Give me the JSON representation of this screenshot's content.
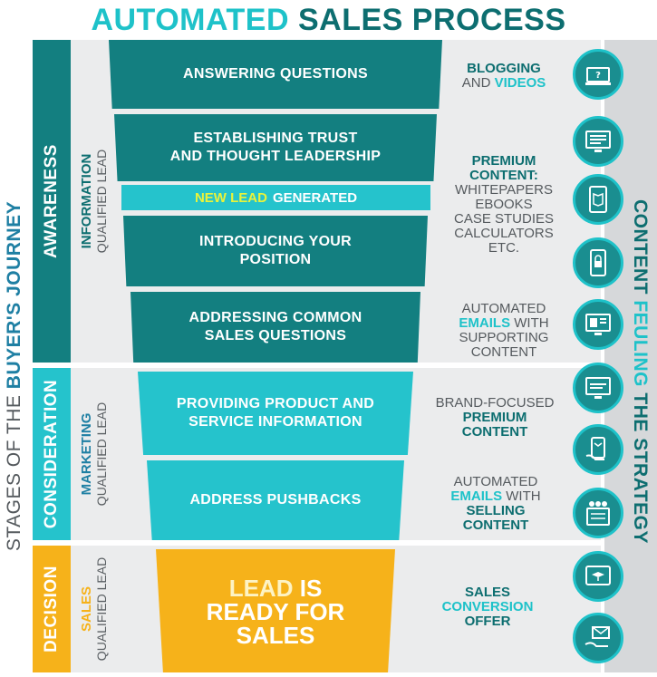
{
  "title": {
    "part1": "AUTOMATED",
    "part2": "SALES PROCESS"
  },
  "left_side_label": {
    "prefix": "STAGES OF THE",
    "emphasis": "BUYER'S JOURNEY"
  },
  "right_side_label": {
    "part1": "CONTENT",
    "highlight": "FEULING",
    "part2": "THE STRATEGY"
  },
  "stages": [
    {
      "name": "AWARENESS",
      "lead_main": "INFORMATION",
      "lead_sub": "QUALIFIED LEAD"
    },
    {
      "name": "CONSIDERATION",
      "lead_main": "MARKETING",
      "lead_sub": "QUALIFIED LEAD"
    },
    {
      "name": "DECISION",
      "lead_main": "SALES",
      "lead_sub": "QUALIFIED LEAD"
    }
  ],
  "funnel": {
    "steps": [
      {
        "line1": "ANSWERING QUESTIONS",
        "line2": ""
      },
      {
        "line1": "ESTABLISHING TRUST",
        "line2": "AND THOUGHT LEADERSHIP"
      },
      {
        "line1": "INTRODUCING YOUR",
        "line2": "POSITION"
      },
      {
        "line1": "ADDRESSING COMMON",
        "line2": "SALES QUESTIONS"
      },
      {
        "line1": "PROVIDING PRODUCT AND",
        "line2": "SERVICE INFORMATION"
      },
      {
        "line1": "ADDRESS PUSHBACKS",
        "line2": ""
      }
    ],
    "new_lead": {
      "highlight": "NEW LEAD",
      "rest": "GENERATED"
    },
    "final": {
      "highlight": "LEAD",
      "line1_rest": "IS",
      "line2": "READY FOR",
      "line3": "SALES"
    }
  },
  "content": {
    "blogging": {
      "line1": "BLOGGING",
      "line2a": "AND",
      "line2b": "VIDEOS"
    },
    "premium": {
      "line1": "PREMIUM",
      "line2": "CONTENT:",
      "items": [
        "WHITEPAPERS",
        "EBOOKS",
        "CASE STUDIES",
        "CALCULATORS",
        "ETC."
      ]
    },
    "emails_support": {
      "line1": "AUTOMATED",
      "line2a": "EMAILS",
      "line2b": "WITH",
      "line3": "SUPPORTING",
      "line4": "CONTENT"
    },
    "brand": {
      "line1": "BRAND-FOCUSED",
      "line2": "PREMIUM",
      "line3": "CONTENT"
    },
    "emails_selling": {
      "line1": "AUTOMATED",
      "line2a": "EMAILS",
      "line2b": "WITH",
      "line3": "SELLING",
      "line4": "CONTENT"
    },
    "sales_offer": {
      "line1": "SALES",
      "line2": "CONVERSION",
      "line3": "OFFER"
    }
  },
  "icons": [
    "question-computer-icon",
    "monitor-text-icon",
    "tablet-book-icon",
    "phone-lock-icon",
    "monitor-document-icon",
    "monitor-screen-icon",
    "hand-phone-mail-icon",
    "calendar-people-icon",
    "tablet-graduate-icon",
    "hand-mail-icon"
  ],
  "colors": {
    "dark_teal": "#0d6e70",
    "mid_teal": "#137f80",
    "cyan": "#25c3cc",
    "gold": "#f6b21a",
    "accent_blue": "#1e7fa3"
  }
}
